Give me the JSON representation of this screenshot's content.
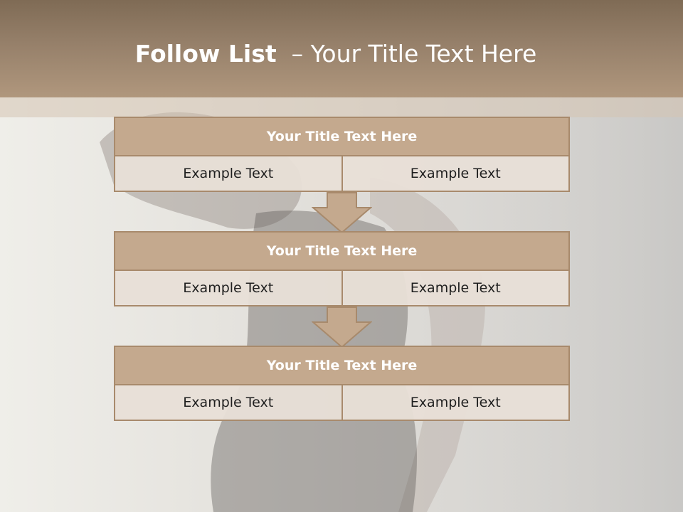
{
  "slide": {
    "title_bold": "Follow List",
    "title_rest": "– Your Title Text Here"
  },
  "blocks": [
    {
      "title": "Your Title Text Here",
      "left": "Example Text",
      "right": "Example Text"
    },
    {
      "title": "Your Title Text Here",
      "left": "Example Text",
      "right": "Example Text"
    },
    {
      "title": "Your Title Text Here",
      "left": "Example Text",
      "right": "Example Text"
    }
  ],
  "colors": {
    "header": "#96806a",
    "block_title_fill": "#c4a98e",
    "block_border": "#a88a6c",
    "cell_fill": "#e8dfd7",
    "arrow_fill": "#c4a98e"
  },
  "icons": [
    "down-arrow-icon"
  ]
}
